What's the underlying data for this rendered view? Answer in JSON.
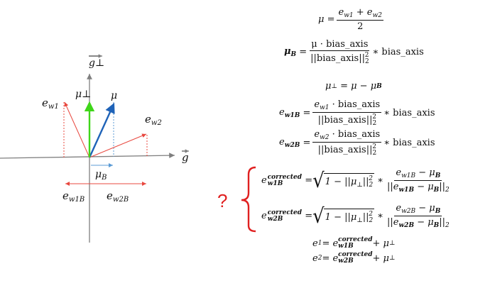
{
  "colors": {
    "axis": "#7f7f7f",
    "red_vector": "#e8483f",
    "blue_vector": "#1f63b8",
    "green_vector": "#3fd61a",
    "projection_blue": "#5b9bd5",
    "brace_red": "#e02020"
  },
  "diagram": {
    "g_perp_label": "g⊥",
    "g_label": "g",
    "mu_perp_label": "μ⊥",
    "mu_label": "μ",
    "ew1_label": "e",
    "ew1_sub": "w1",
    "ew2_label": "e",
    "ew2_sub": "w2",
    "muB_label": "μ",
    "muB_sub": "B",
    "ew1B_label": "e",
    "ew1B_sub": "w1B",
    "ew2B_label": "e",
    "ew2B_sub": "w2B"
  },
  "question_mark": "?",
  "equations": {
    "mu_lhs": "μ =",
    "mu_num": "e",
    "mu_num_sub1": "w1",
    "mu_num_plus": " + e",
    "mu_num_sub2": "w2",
    "mu_den": "2",
    "muB_lhs": "μ",
    "muB_lhs_sub": "B",
    "muB_num": "μ · bias_axis",
    "muB_den": "||bias_axis||",
    "muB_den_sup": "2",
    "muB_den_sub": "2",
    "muB_tail": "∗ bias_axis",
    "muperp": "μ",
    "muperp_sub": "⊥",
    "muperp_rhs": "= μ − μ",
    "muperp_rhs_sub": "B",
    "ew1B_lhs": "e",
    "ew1B_lhs_sub": "w1B",
    "ew1B_num": "e",
    "ew1B_num_sub": "w1",
    "ew1B_num_tail": " · bias_axis",
    "ew2B_lhs": "e",
    "ew2B_lhs_sub": "w2B",
    "ew2B_num": "e",
    "ew2B_num_sub": "w2",
    "ew2B_num_tail": " · bias_axis",
    "proj_den": "||bias_axis||",
    "proj_den_sup": "2",
    "proj_den_sub": "2",
    "proj_tail": "∗ bias_axis",
    "corr_sup": "corrected",
    "corr1_lhs_sub": "w1B",
    "corr2_lhs_sub": "w2B",
    "corr_sqrt": "1 − ||μ",
    "corr_sqrt_sub": "⊥",
    "corr_sqrt_tail": "||",
    "corr_sqrt_sup": "2",
    "corr_sqrt_sub2": "2",
    "corr1_num": "e",
    "corr1_num_sub": "w1B",
    "corr1_num_tail": " − μ",
    "corr1_num_tail_sub": "B",
    "corr1_den": "||e",
    "corr1_den_sub": "w1B",
    "corr1_den_mid": " − μ",
    "corr1_den_mid_sub": "B",
    "corr1_den_end": "||",
    "corr1_den_end_sub": "2",
    "corr2_num": "e",
    "corr2_num_sub": "w2B",
    "corr2_num_tail": " − μ",
    "corr2_num_tail_sub": "B",
    "corr2_den": "||e",
    "corr2_den_sub": "w2B",
    "corr2_den_mid": " − μ",
    "corr2_den_mid_sub": "B",
    "corr2_den_end": "||",
    "corr2_den_end_sub": "2",
    "e1_lhs": "e",
    "e1_lhs_sub": "1",
    "e1_eq": " = e",
    "e1_sub": "w1B",
    "e1_sup": "corrected",
    "e1_tail": " + μ",
    "e1_tail_sub": "⊥",
    "e2_lhs": "e",
    "e2_lhs_sub": "2",
    "e2_eq": " = e",
    "e2_sub": "w2B",
    "e2_sup": "corrected",
    "e2_tail": " + μ",
    "e2_tail_sub": "⊥"
  }
}
